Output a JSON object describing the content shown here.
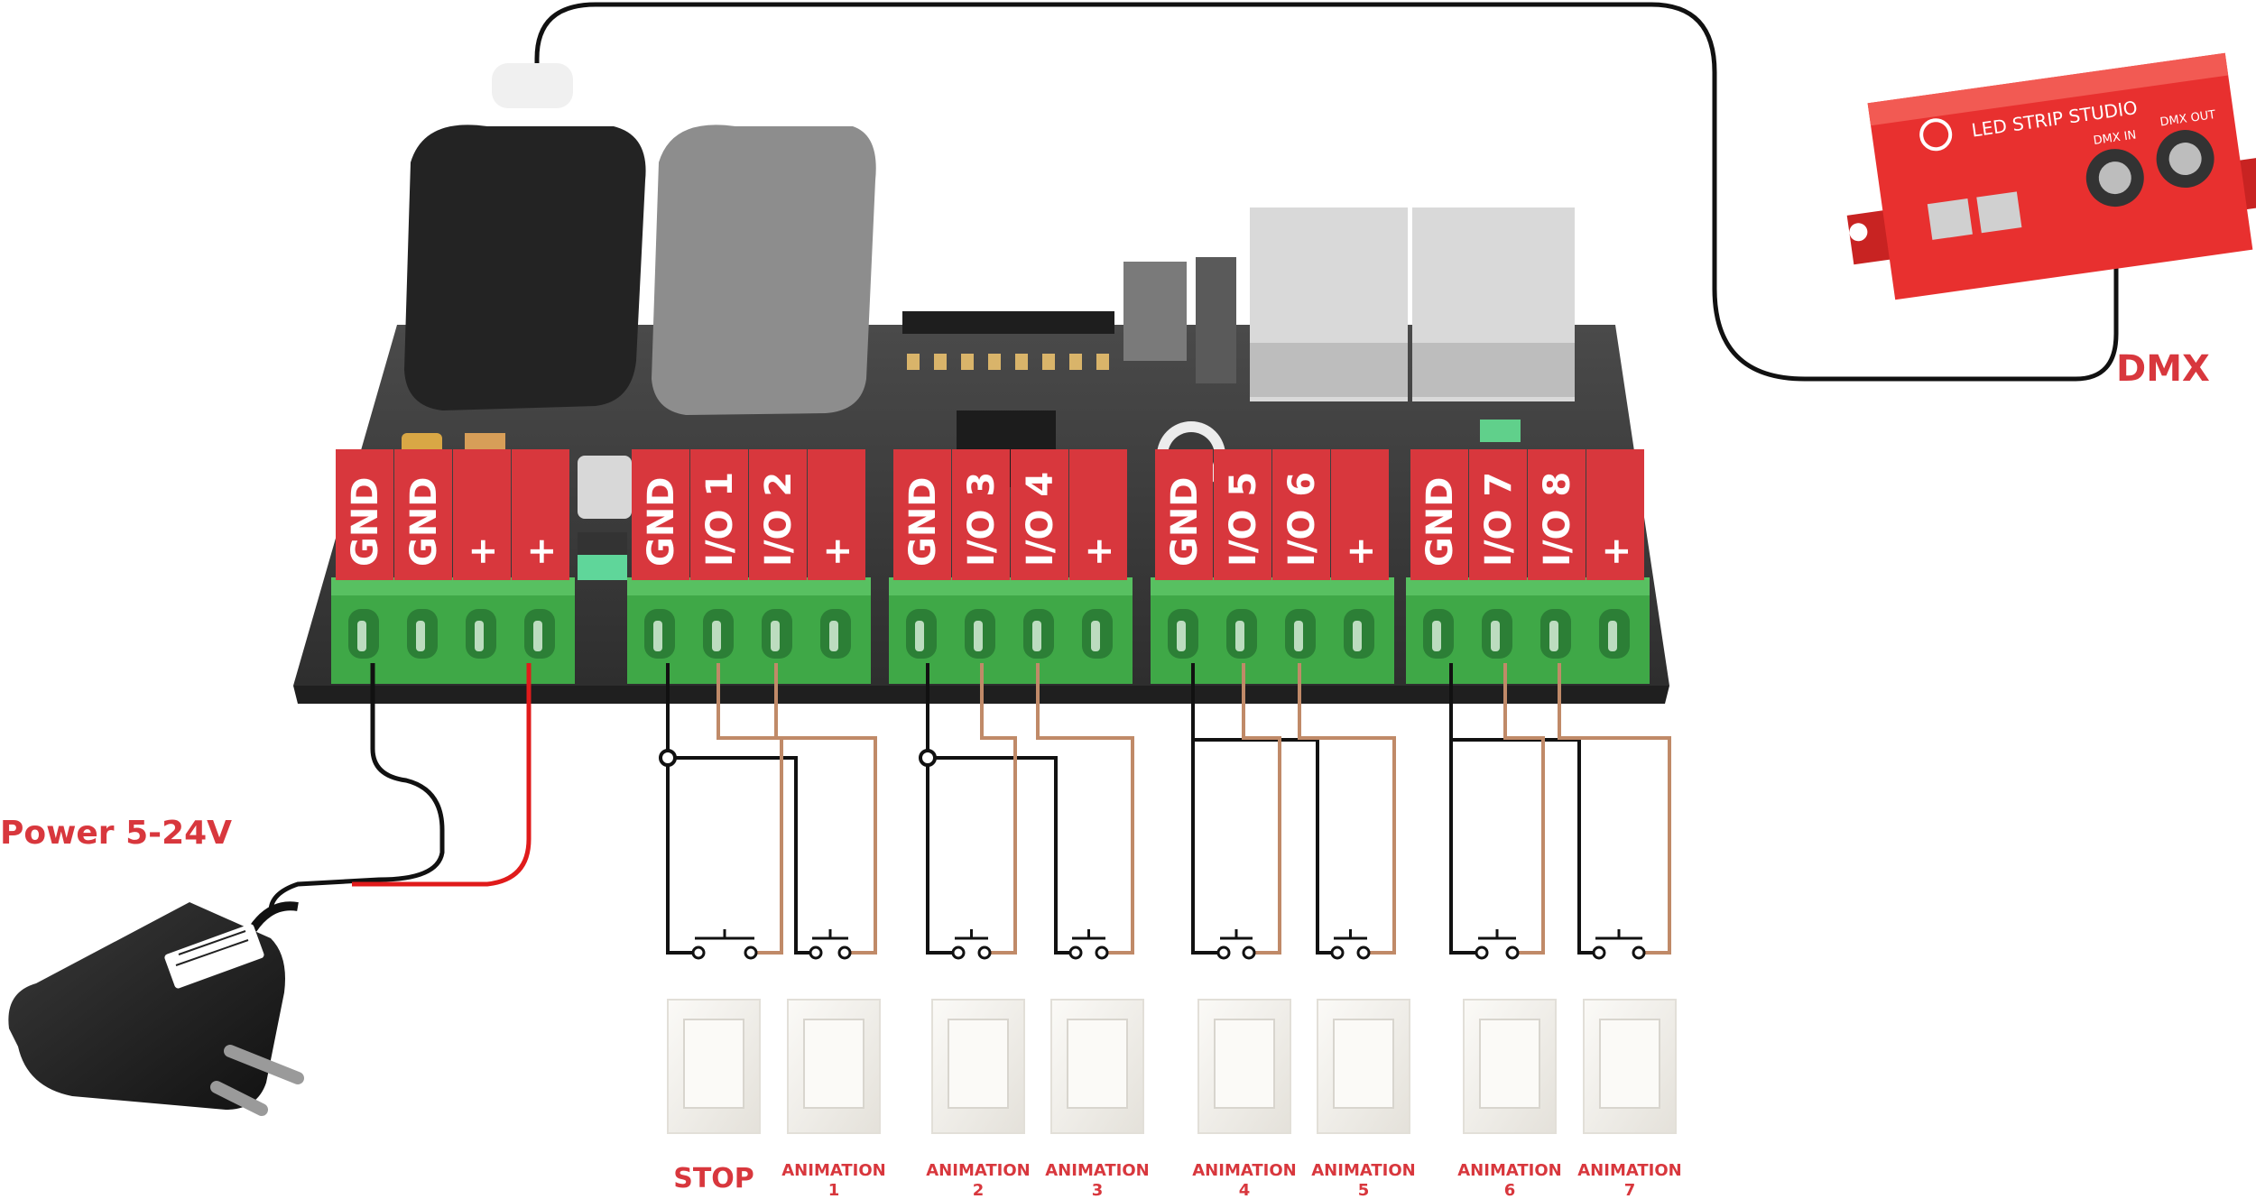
{
  "labels": {
    "power": "Power 5-24V",
    "dmx": "DMX"
  },
  "colors": {
    "accent_red": "#d8373d",
    "terminal_green": "#3fa847",
    "board_dark": "#3b3b3b",
    "wire_black": "#111111",
    "wire_red": "#e01b1b",
    "wire_brown": "#c08a68",
    "dmx_box": "#e8302f"
  },
  "terminal_blocks": [
    {
      "id": "power",
      "pins": [
        "GND",
        "GND",
        "+",
        "+"
      ]
    },
    {
      "id": "io-1-2",
      "pins": [
        "GND",
        "I/O 1",
        "I/O 2",
        "+"
      ]
    },
    {
      "id": "io-3-4",
      "pins": [
        "GND",
        "I/O 3",
        "I/O 4",
        "+"
      ]
    },
    {
      "id": "io-5-6",
      "pins": [
        "GND",
        "I/O 5",
        "I/O 6",
        "+"
      ]
    },
    {
      "id": "io-7-8",
      "pins": [
        "GND",
        "I/O 7",
        "I/O 8",
        "+"
      ]
    }
  ],
  "switches": [
    {
      "label": "STOP",
      "line2": ""
    },
    {
      "label": "ANIMATION",
      "line2": "1"
    },
    {
      "label": "ANIMATION",
      "line2": "2"
    },
    {
      "label": "ANIMATION",
      "line2": "3"
    },
    {
      "label": "ANIMATION",
      "line2": "4"
    },
    {
      "label": "ANIMATION",
      "line2": "5"
    },
    {
      "label": "ANIMATION",
      "line2": "6"
    },
    {
      "label": "ANIMATION",
      "line2": "7"
    }
  ],
  "dmx_device": {
    "brand_text": "LED STRIP STUDIO",
    "port_labels": [
      "DMX IN",
      "DMX OUT"
    ]
  },
  "icons": [
    "power-adapter-icon",
    "dmx-interface-icon",
    "wall-switch-icon",
    "push-button-icon",
    "xlr-connector-icon",
    "rj45-port-icon"
  ]
}
